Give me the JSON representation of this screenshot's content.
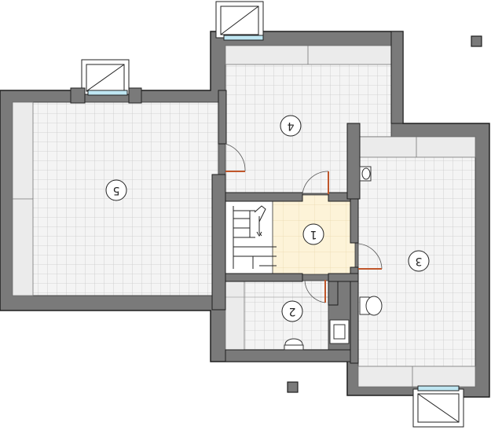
{
  "rooms": [
    {
      "id": "r1",
      "label": "1"
    },
    {
      "id": "r2",
      "label": "2"
    },
    {
      "id": "r3",
      "label": "3"
    },
    {
      "id": "r4",
      "label": "4"
    },
    {
      "id": "r5",
      "label": "5"
    }
  ],
  "colors": {
    "wall": "#7a7a7a",
    "wall_stroke": "#1e1e1e",
    "tile_floor": "#f4f4f4",
    "grid": "#c9c9c9",
    "hall_floor": "#fdf3d8",
    "door_accent": "#c0562a",
    "window_glass": "#bfe6f2"
  }
}
